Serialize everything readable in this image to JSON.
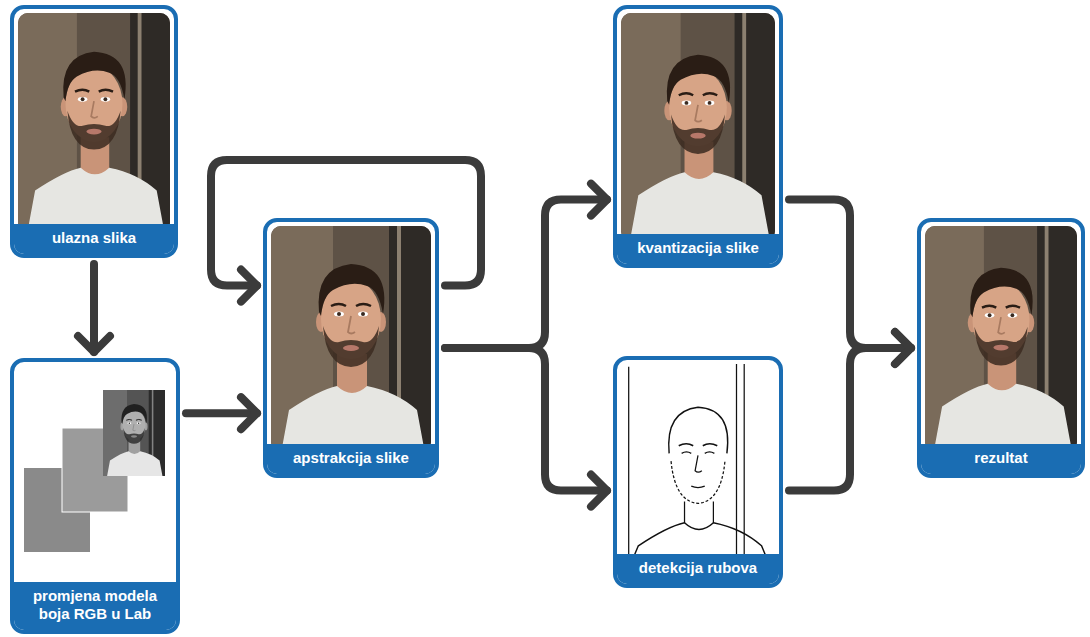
{
  "diagram": {
    "nodes": [
      {
        "text": [
          "ulazna slika"
        ]
      },
      {
        "text": [
          "promjena modela boja RGB u Lab"
        ]
      },
      {
        "text": [
          "apstrakcija slike"
        ]
      },
      {
        "text": [
          "kvantizacija slike"
        ]
      },
      {
        "text": [
          "detekcija rubova"
        ]
      },
      {
        "text": [
          "rezultat"
        ]
      }
    ],
    "edges": [
      {
        "from": 0,
        "to": 1,
        "arrow": "to"
      },
      {
        "from": 1,
        "to": 2,
        "arrow": "to"
      },
      {
        "from": 2,
        "to": 2,
        "arrow": "to"
      },
      {
        "from": 2,
        "to": 3,
        "arrow": "to"
      },
      {
        "from": 2,
        "to": 4,
        "arrow": "to"
      },
      {
        "from": 3,
        "to": 5,
        "arrow": "to"
      },
      {
        "from": 4,
        "to": 5,
        "arrow": "to"
      }
    ]
  }
}
